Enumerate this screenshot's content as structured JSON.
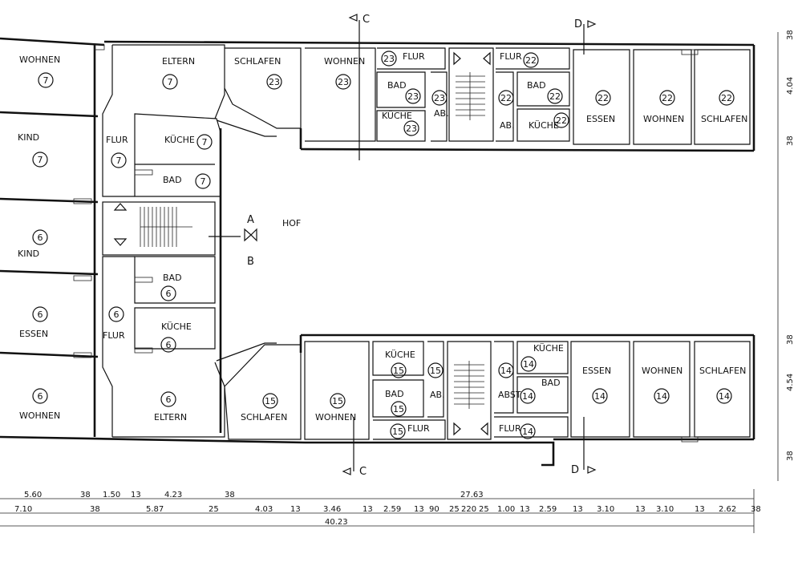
{
  "courtyard": "HOF",
  "sections": {
    "a": "A",
    "b": "B",
    "c": "C",
    "d": "D"
  },
  "rooms": [
    {
      "label": "WOHNEN",
      "num": "7"
    },
    {
      "label": "ELTERN",
      "num": "7"
    },
    {
      "label": "KIND",
      "num": "7"
    },
    {
      "label": "FLUR",
      "num": "7"
    },
    {
      "label": "KÜCHE",
      "num": "7"
    },
    {
      "label": "BAD",
      "num": "7"
    },
    {
      "label": "KIND",
      "num": "6"
    },
    {
      "label": "ESSEN",
      "num": "6"
    },
    {
      "label": "WOHNEN",
      "num": "6"
    },
    {
      "label": "FLUR",
      "num": "6"
    },
    {
      "label": "BAD",
      "num": "6"
    },
    {
      "label": "KÜCHE",
      "num": "6"
    },
    {
      "label": "ELTERN",
      "num": "6"
    },
    {
      "label": "SCHLAFEN",
      "num": "23"
    },
    {
      "label": "WOHNEN",
      "num": "23"
    },
    {
      "label": "FLUR",
      "num": "23"
    },
    {
      "label": "BAD",
      "num": "23"
    },
    {
      "label": "KÜCHE",
      "num": "23"
    },
    {
      "label": "AB.",
      "num": "23"
    },
    {
      "label": "FLUR",
      "num": "22"
    },
    {
      "label": "BAD",
      "num": "22"
    },
    {
      "label": "KÜCHE",
      "num": "22"
    },
    {
      "label": "AB.",
      "num": "22"
    },
    {
      "label": "ESSEN",
      "num": "22"
    },
    {
      "label": "WOHNEN",
      "num": "22"
    },
    {
      "label": "SCHLAFEN",
      "num": "22"
    },
    {
      "label": "SCHLAFEN",
      "num": "15"
    },
    {
      "label": "WOHNEN",
      "num": "15"
    },
    {
      "label": "KÜCHE",
      "num": "15"
    },
    {
      "label": "BAD",
      "num": "15"
    },
    {
      "label": "AB.",
      "num": "15"
    },
    {
      "label": "FLUR",
      "num": "15"
    },
    {
      "label": "ABST",
      "num": "14"
    },
    {
      "label": "KÜCHE",
      "num": "14"
    },
    {
      "label": "BAD",
      "num": "14"
    },
    {
      "label": "FLUR",
      "num": "14"
    },
    {
      "label": "ESSEN",
      "num": "14"
    },
    {
      "label": "WOHNEN",
      "num": "14"
    },
    {
      "label": "SCHLAFEN",
      "num": "14"
    }
  ],
  "dimensions": {
    "top": [
      "5.60",
      "38",
      "1.50",
      "13",
      "4.23",
      "38",
      "27.63"
    ],
    "middle": [
      "7.10",
      "38",
      "5.87",
      "25",
      "4.03",
      "13",
      "3.46",
      "13",
      "2.59",
      "13",
      "90",
      "25",
      "220",
      "25",
      "1.00",
      "13",
      "2.59",
      "13",
      "3.10",
      "13",
      "3.10",
      "13",
      "2.62",
      "38"
    ],
    "total": "40.23",
    "right": [
      "38",
      "4.04",
      "38",
      "38",
      "4.54",
      "38"
    ]
  }
}
